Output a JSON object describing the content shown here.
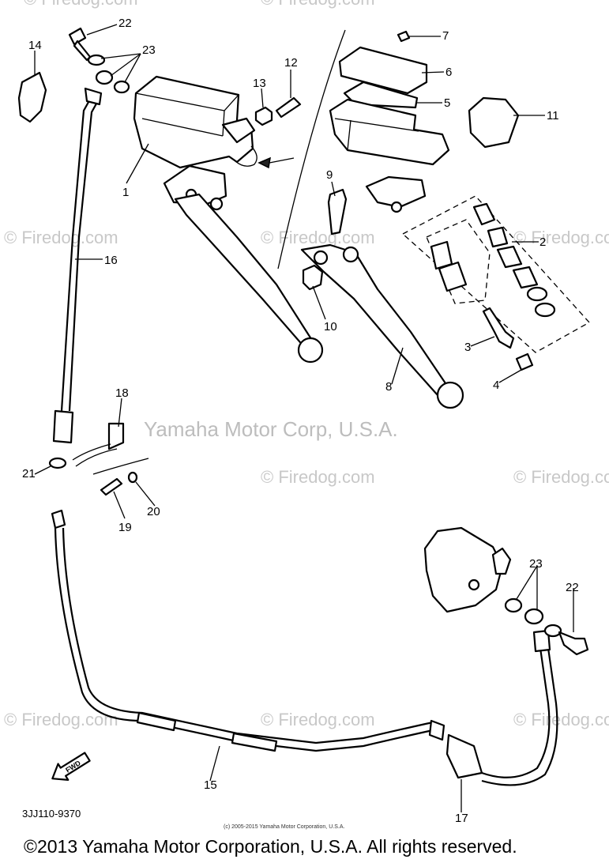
{
  "diagram": {
    "callouts": {
      "c1": "1",
      "c2": "2",
      "c3": "3",
      "c4": "4",
      "c5": "5",
      "c6": "6",
      "c7": "7",
      "c8": "8",
      "c9": "9",
      "c10": "10",
      "c11": "11",
      "c12": "12",
      "c13": "13",
      "c14": "14",
      "c15": "15",
      "c16": "16",
      "c17": "17",
      "c18": "18",
      "c19": "19",
      "c20": "20",
      "c21": "21",
      "c22a": "22",
      "c22b": "22",
      "c23a": "23",
      "c23b": "23"
    },
    "watermark_text": "© Firedog.com",
    "center_watermark": "Yamaha Motor Corp, U.S.A.",
    "fwd_label": "FWD",
    "drawing_code": "3JJ110-9370",
    "small_copyright": "(c) 2005-2015 Yamaha Motor Corporation, U.S.A.",
    "footer_copyright": "©2013 Yamaha Motor Corporation, U.S.A. All rights reserved."
  }
}
